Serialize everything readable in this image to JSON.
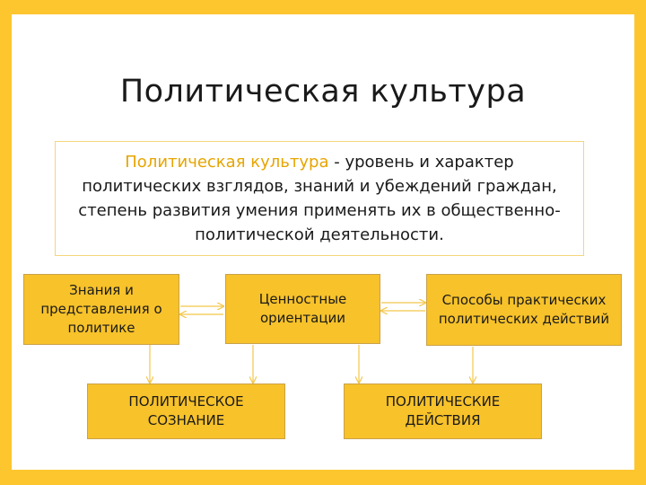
{
  "slide": {
    "title": "Политическая культура",
    "definition": {
      "term": "Политическая культура",
      "text": " - уровень и характер политических взглядов, знаний и убеждений граждан, степень развития умения применять их в общественно-политической деятельности."
    }
  },
  "diagram": {
    "nodes": {
      "knowledge": "Знания и представления о политике",
      "values": "Ценностные ориентации",
      "practical": "Способы практических политических действий",
      "consciousness": "ПОЛИТИЧЕСКОЕ СОЗНАНИЕ",
      "actions": "ПОЛИТИЧЕСКИЕ ДЕЙСТВИЯ"
    }
  },
  "colors": {
    "background": "#FDC62F",
    "box_fill": "#F7C22A",
    "term": "#E6A500",
    "connector": "#F3C64B"
  }
}
